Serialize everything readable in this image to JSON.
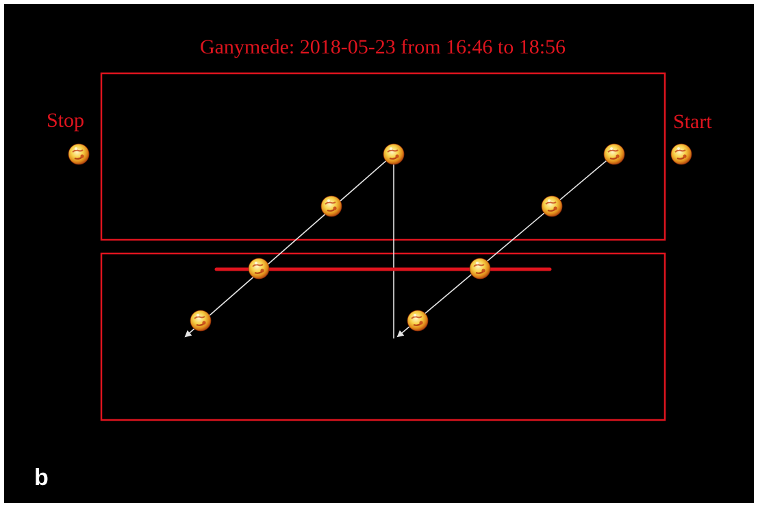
{
  "title": "Ganymede: 2018-05-23 from 16:46 to 18:56",
  "labels": {
    "stop": "Stop",
    "start": "Start",
    "panel": "b"
  },
  "colors": {
    "background": "#000000",
    "frame": "#e0141e",
    "track": "#e6e6e6",
    "text_accent": "#e0141e",
    "panel_letter": "#ffffff"
  },
  "icons": {
    "moon": "ganymede-disk-icon"
  }
}
